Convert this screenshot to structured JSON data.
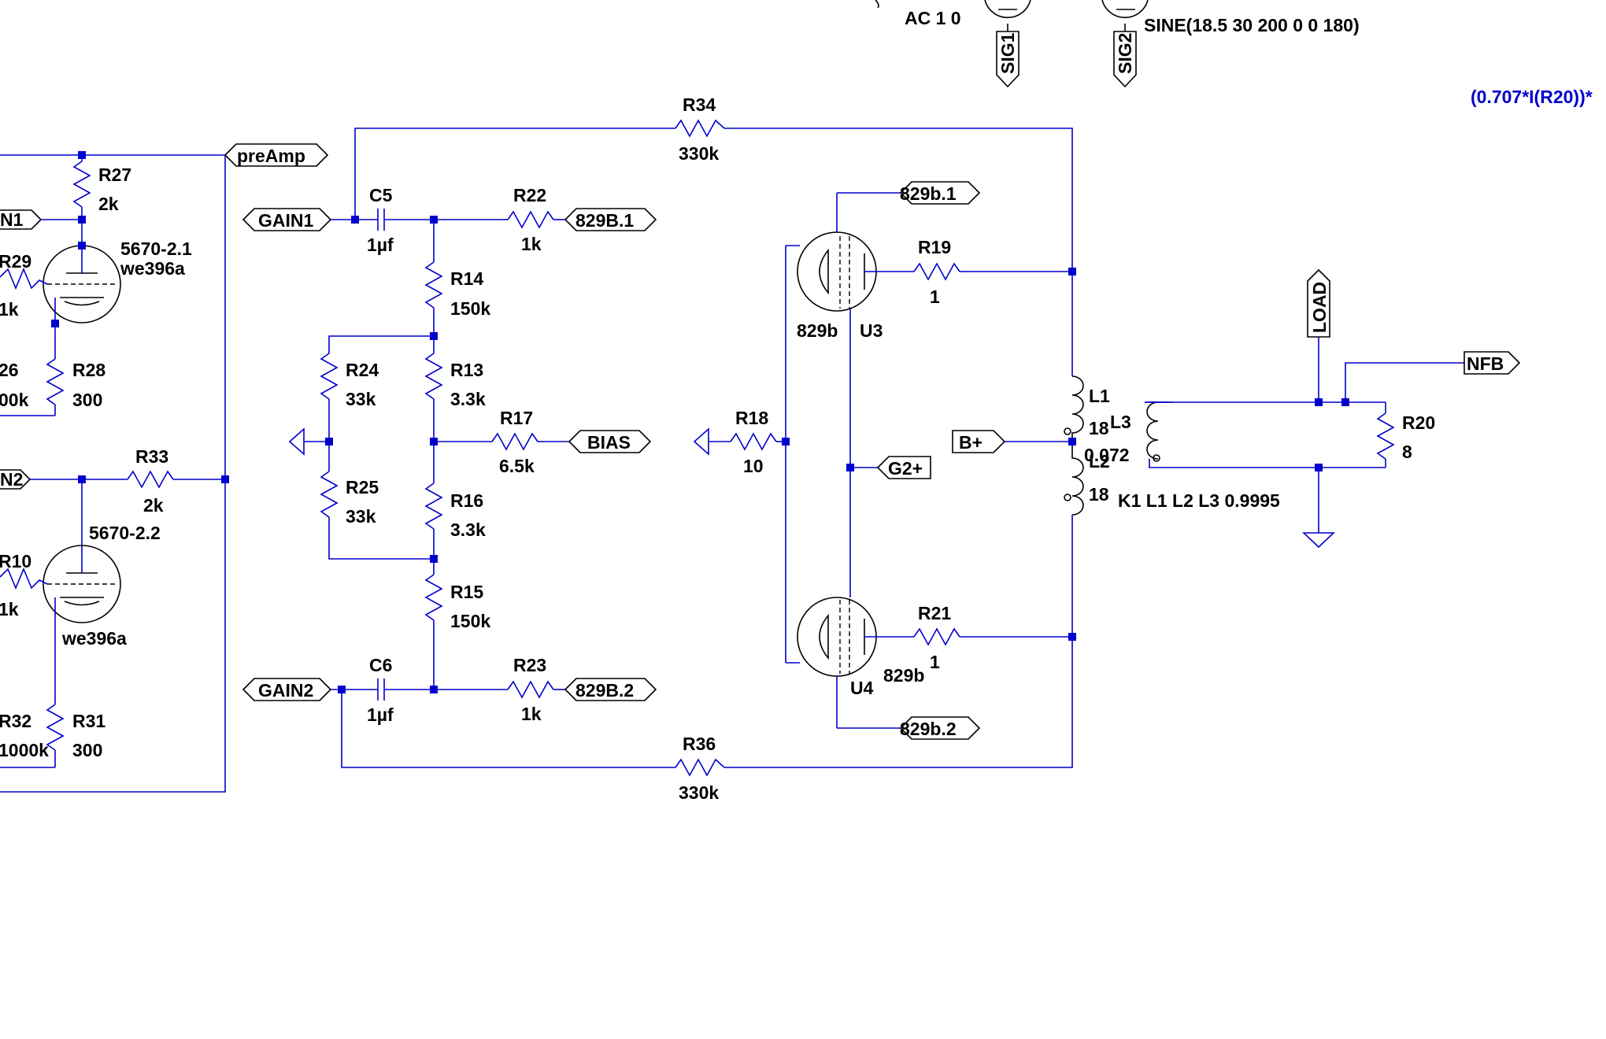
{
  "schematic": {
    "directive_ac": "AC 1 0",
    "directive_sine": "SINE(18.5 30 200 0 0 180)",
    "measure_expr": "(0.707*I(R20))*",
    "coupling": "K1 L1 L2 L3 0.9995",
    "net_labels": {
      "sig1": "SIG1",
      "sig2": "SIG2",
      "preamp": "preAmp",
      "gain1": "GAIN1",
      "gain2": "GAIN2",
      "b8291": "829B.1",
      "b8292": "829B.2",
      "bias": "BIAS",
      "g2p": "G2+",
      "bplus": "B+",
      "load": "LOAD",
      "nfb": "NFB",
      "t1": "829b.1",
      "t2": "829b.2",
      "in1_partial": "N1",
      "in2_partial": "N2"
    },
    "components": {
      "r34": {
        "ref": "R34",
        "val": "330k"
      },
      "r36": {
        "ref": "R36",
        "val": "330k"
      },
      "r27": {
        "ref": "R27",
        "val": "2k"
      },
      "r28": {
        "ref": "R28",
        "val": "300"
      },
      "r29": {
        "ref": "R29",
        "val": "1k"
      },
      "r26": {
        "ref": "26",
        "val": "00k"
      },
      "r33": {
        "ref": "R33",
        "val": "2k"
      },
      "r10": {
        "ref": "R10",
        "val": "1k"
      },
      "r32": {
        "ref": "R32",
        "val": "1000k"
      },
      "r31": {
        "ref": "R31",
        "val": "300"
      },
      "c5": {
        "ref": "C5",
        "val": "1µf"
      },
      "c6": {
        "ref": "C6",
        "val": "1µf"
      },
      "r22": {
        "ref": "R22",
        "val": "1k"
      },
      "r23": {
        "ref": "R23",
        "val": "1k"
      },
      "r14": {
        "ref": "R14",
        "val": "150k"
      },
      "r13": {
        "ref": "R13",
        "val": "3.3k"
      },
      "r16": {
        "ref": "R16",
        "val": "3.3k"
      },
      "r15": {
        "ref": "R15",
        "val": "150k"
      },
      "r24": {
        "ref": "R24",
        "val": "33k"
      },
      "r25": {
        "ref": "R25",
        "val": "33k"
      },
      "r17": {
        "ref": "R17",
        "val": "6.5k"
      },
      "r18": {
        "ref": "R18",
        "val": "10"
      },
      "r19": {
        "ref": "R19",
        "val": "1"
      },
      "r21": {
        "ref": "R21",
        "val": "1"
      },
      "r20": {
        "ref": "R20",
        "val": "8"
      },
      "l1": {
        "ref": "L1",
        "val": "18"
      },
      "l2": {
        "ref": "L2",
        "val": "18"
      },
      "l3": {
        "ref": "L3",
        "val": "0.072"
      },
      "u1": {
        "ref": "5670-2.1",
        "val": "we396a"
      },
      "u2": {
        "ref": "5670-2.2",
        "val": "we396a"
      },
      "u3": {
        "ref": "U3",
        "val": "829b"
      },
      "u4": {
        "ref": "U4",
        "val": "829b"
      }
    }
  }
}
